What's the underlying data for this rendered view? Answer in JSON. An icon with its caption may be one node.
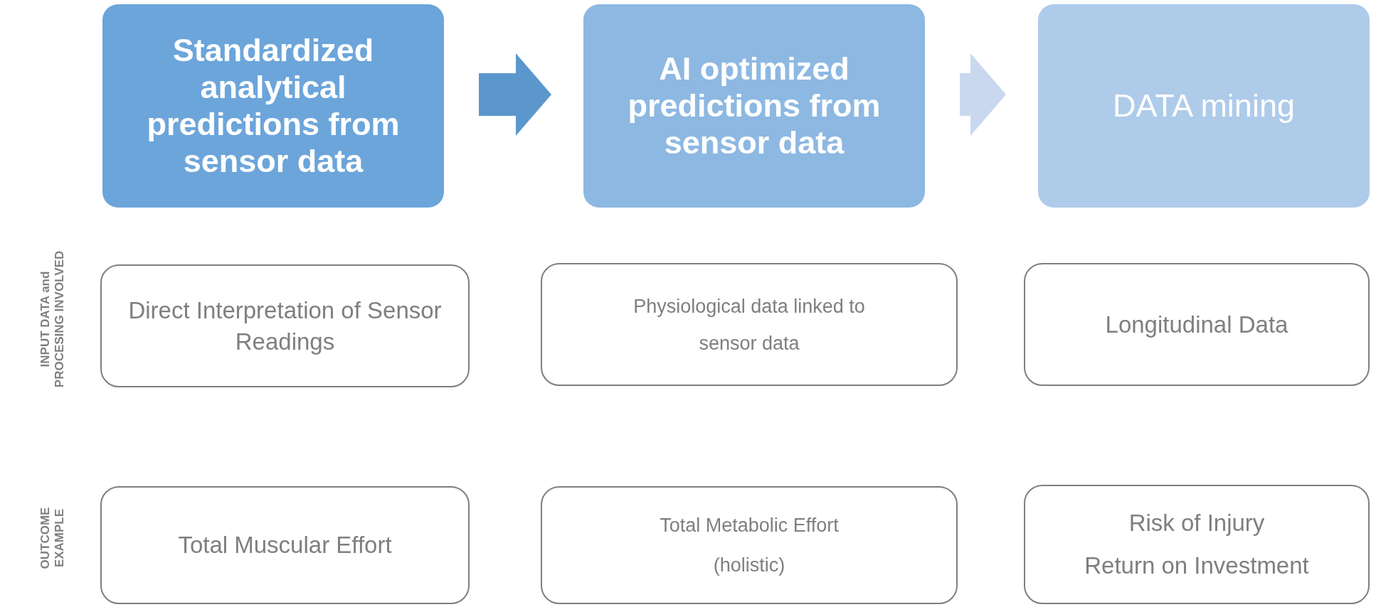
{
  "diagram": {
    "nodes": [
      {
        "text": [
          "Standardized analytical predictions from sensor data"
        ]
      },
      {
        "text": [
          "AI optimized predictions from sensor data"
        ]
      },
      {
        "text": [
          "DATA mining"
        ]
      },
      {
        "text": [
          "Direct Interpretation of Sensor Readings"
        ]
      },
      {
        "text": [
          "Physiological data linked to sensor data"
        ]
      },
      {
        "text": [
          "Longitudinal Data"
        ]
      },
      {
        "text": [
          "Total Muscular Effort"
        ]
      },
      {
        "text": [
          "Total Metabolic Effort",
          "(holistic)"
        ]
      },
      {
        "text": [
          "Risk of Injury",
          "Return on Investment"
        ]
      }
    ],
    "edges": [
      {
        "from": 0,
        "to": 1,
        "arrow": "to",
        "color": "#5b97cd"
      },
      {
        "from": 1,
        "to": 2,
        "arrow": "to",
        "color": "#c9d8ee"
      }
    ],
    "labels": [
      "INPUT DATA and PROCESING INVOLVED",
      "OUTCOME EXAMPLE"
    ]
  }
}
